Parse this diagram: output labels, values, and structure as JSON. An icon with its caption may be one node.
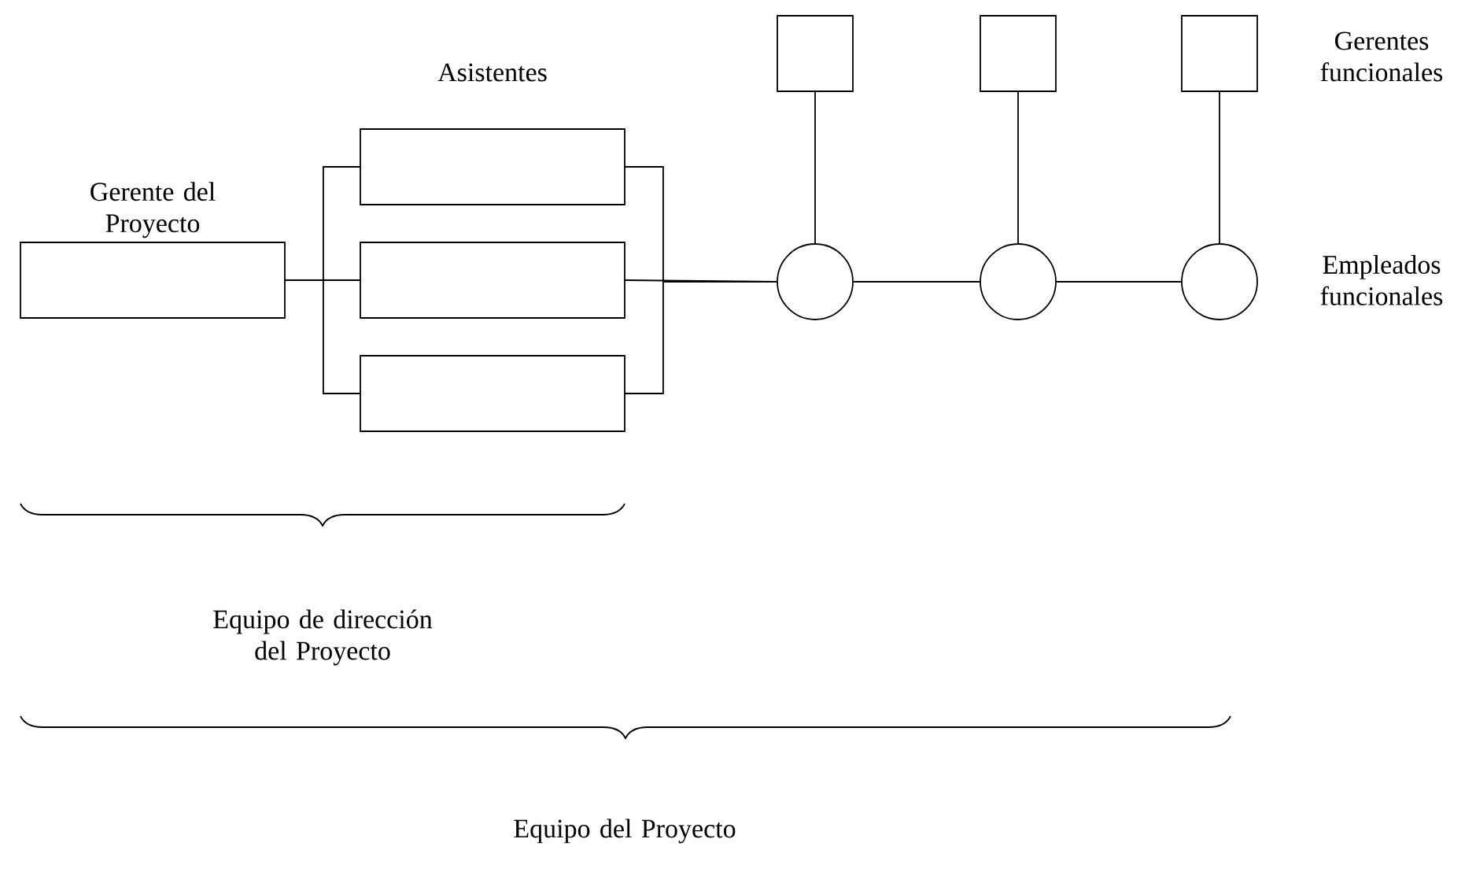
{
  "diagram": {
    "nodes": [
      {
        "text": [
          "Gerente del Proyecto"
        ]
      },
      {
        "text": [],
        "shape": "box"
      },
      {
        "text": [],
        "shape": "box"
      },
      {
        "text": [],
        "shape": "box"
      },
      {
        "text": [],
        "shape": "box"
      },
      {
        "text": [],
        "shape": "box"
      },
      {
        "text": [],
        "shape": "box"
      },
      {
        "text": [],
        "shape": "circle"
      },
      {
        "text": [],
        "shape": "circle"
      },
      {
        "text": [],
        "shape": "circle"
      }
    ],
    "edges": [
      {
        "from": 0,
        "to": 1,
        "arrow": "none"
      },
      {
        "from": 0,
        "to": 2,
        "arrow": "none"
      },
      {
        "from": 0,
        "to": 3,
        "arrow": "none"
      },
      {
        "from": 1,
        "to": 7,
        "arrow": "none"
      },
      {
        "from": 2,
        "to": 7,
        "arrow": "none"
      },
      {
        "from": 3,
        "to": 7,
        "arrow": "none"
      },
      {
        "from": 4,
        "to": 7,
        "arrow": "none"
      },
      {
        "from": 5,
        "to": 8,
        "arrow": "none"
      },
      {
        "from": 6,
        "to": 9,
        "arrow": "none"
      },
      {
        "from": 7,
        "to": 8,
        "arrow": "none"
      },
      {
        "from": 8,
        "to": 9,
        "arrow": "none"
      }
    ],
    "labels": [
      "Asistentes",
      "Gerentes funcionales",
      "Empleados funcionales",
      "Equipo de dirección del Proyecto",
      "Equipo del Proyecto"
    ]
  }
}
